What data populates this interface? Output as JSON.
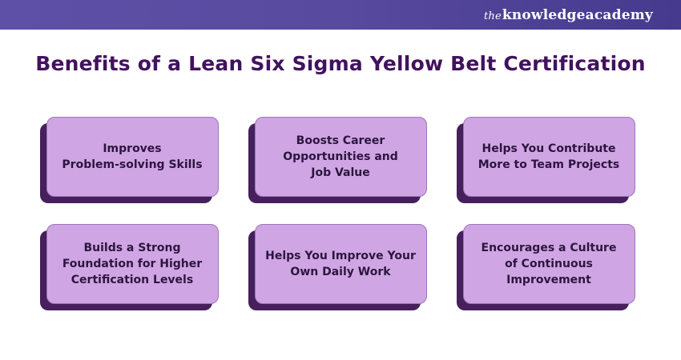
{
  "header": {
    "logo": {
      "the": "the",
      "knowledge": "knowledge",
      "academy": "academy"
    },
    "background_left": "#5e50a6",
    "background_right": "#453a8e"
  },
  "title": "Benefits of a Lean Six Sigma Yellow Belt Certification",
  "cards": [
    {
      "label": "Improves\nProblem-solving Skills"
    },
    {
      "label": "Boosts Career\nOpportunities and\nJob Value"
    },
    {
      "label": "Helps You Contribute\nMore to Team Projects"
    },
    {
      "label": "Builds a Strong\nFoundation for Higher\nCertification Levels"
    },
    {
      "label": "Helps You Improve Your\nOwn Daily Work"
    },
    {
      "label": "Encourages a Culture\nof Continuous\nImprovement"
    }
  ],
  "colors": {
    "title_text": "#41125e",
    "card_fill": "#cfa6e3",
    "card_border": "#9d74bb",
    "card_shadow": "#45205c",
    "card_text": "#2d1540",
    "logo_text": "#ffffff"
  }
}
